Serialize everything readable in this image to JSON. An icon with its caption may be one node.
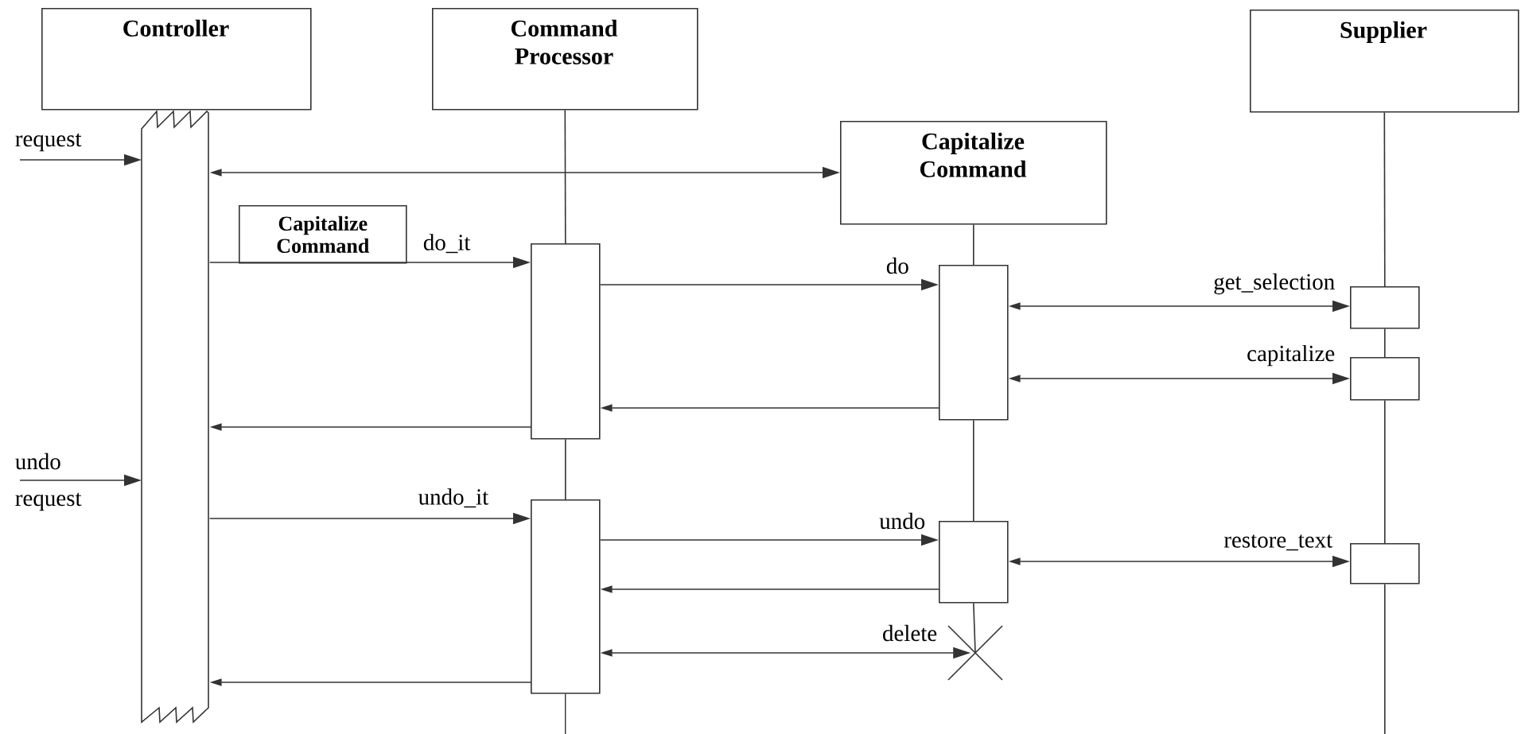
{
  "diagram": {
    "nodes": [
      {
        "text": [
          "Controller"
        ]
      },
      {
        "text": [
          "Command Processor"
        ]
      },
      {
        "text": [
          "Capitalize Command"
        ]
      },
      {
        "text": [
          "Supplier"
        ]
      },
      {
        "text": [],
        "shape": "bar"
      },
      {
        "text": [
          "Capitalize Command"
        ]
      },
      {
        "text": [],
        "shape": "box"
      },
      {
        "text": [],
        "shape": "box"
      },
      {
        "text": [],
        "shape": "box"
      },
      {
        "text": [],
        "shape": "box"
      },
      {
        "text": [],
        "shape": "box"
      },
      {
        "text": [],
        "shape": "box"
      },
      {
        "text": [],
        "shape": "box"
      },
      {
        "text": [],
        "shape": "cross"
      }
    ],
    "edges": [
      {
        "from": null,
        "to": 4,
        "arrow": "to",
        "label": "request"
      },
      {
        "from": 4,
        "to": 2,
        "arrow": "both"
      },
      {
        "from": 4,
        "to": 6,
        "arrow": "to",
        "label": "do_it"
      },
      {
        "from": 6,
        "to": 7,
        "arrow": "to",
        "label": "do"
      },
      {
        "from": 7,
        "to": 8,
        "arrow": "both",
        "label": "get_selection"
      },
      {
        "from": 7,
        "to": 9,
        "arrow": "both",
        "label": "capitalize"
      },
      {
        "from": 7,
        "to": 6,
        "arrow": "to"
      },
      {
        "from": 6,
        "to": 4,
        "arrow": "to"
      },
      {
        "from": null,
        "to": 4,
        "arrow": "to",
        "label": "undo request"
      },
      {
        "from": 4,
        "to": 10,
        "arrow": "to",
        "label": "undo_it"
      },
      {
        "from": 10,
        "to": 11,
        "arrow": "to",
        "label": "undo"
      },
      {
        "from": 11,
        "to": 12,
        "arrow": "both",
        "label": "restore_text"
      },
      {
        "from": 11,
        "to": 10,
        "arrow": "to"
      },
      {
        "from": 10,
        "to": 13,
        "arrow": "both",
        "label": "delete"
      },
      {
        "from": 10,
        "to": 4,
        "arrow": "to"
      },
      {
        "from": 1,
        "to": 6,
        "arrow": "none"
      },
      {
        "from": 6,
        "to": 10,
        "arrow": "none"
      },
      {
        "from": 10,
        "to": null,
        "arrow": "none"
      },
      {
        "from": 2,
        "to": 7,
        "arrow": "none"
      },
      {
        "from": 7,
        "to": 11,
        "arrow": "none"
      },
      {
        "from": 11,
        "to": 13,
        "arrow": "none"
      },
      {
        "from": 3,
        "to": 8,
        "arrow": "none"
      },
      {
        "from": 8,
        "to": 9,
        "arrow": "none"
      },
      {
        "from": 9,
        "to": 12,
        "arrow": "none"
      },
      {
        "from": 12,
        "to": null,
        "arrow": "none"
      }
    ]
  }
}
